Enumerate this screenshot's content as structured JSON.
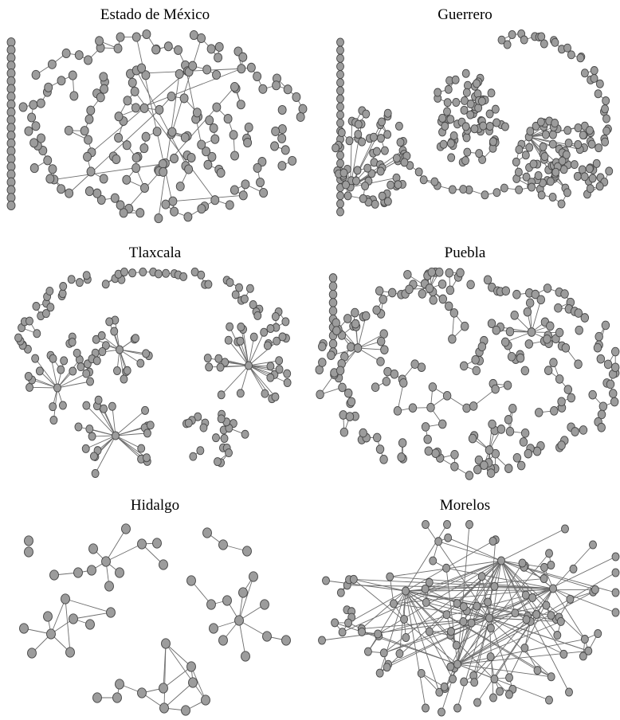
{
  "figure": {
    "panels": [
      {
        "id": "estado-de-mexico",
        "title": "Estado de México"
      },
      {
        "id": "guerrero",
        "title": "Guerrero"
      },
      {
        "id": "tlaxcala",
        "title": "Tlaxcala"
      },
      {
        "id": "puebla",
        "title": "Puebla"
      },
      {
        "id": "hidalgo",
        "title": "Hidalgo"
      },
      {
        "id": "morelos",
        "title": "Morelos"
      }
    ],
    "colors": {
      "node_fill": "#9c9c9c",
      "node_stroke": "#474747",
      "edge": "#6d6d6d"
    }
  }
}
